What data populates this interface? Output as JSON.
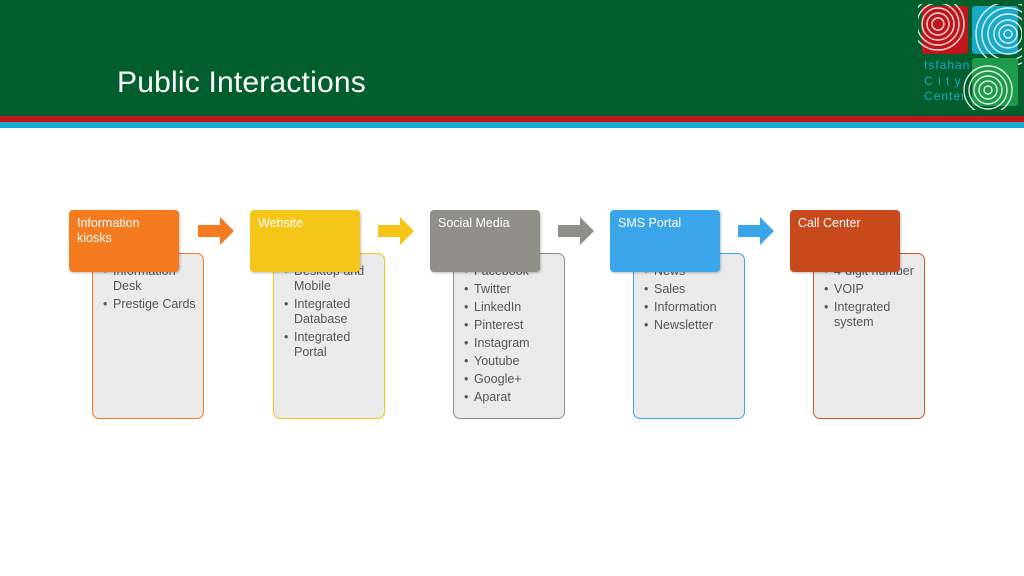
{
  "slide": {
    "title": "Public Interactions"
  },
  "logo": {
    "line1": "Isfahan",
    "line2": "C i t y",
    "line3": "Center"
  },
  "steps": [
    {
      "header": "Information kiosks",
      "items": [
        "Information Desk",
        "Prestige Cards"
      ],
      "color": "#f47b20",
      "border": "#f47b20"
    },
    {
      "header": "Website",
      "items": [
        "Desktop and Mobile",
        "Integrated Database",
        "Integrated Portal"
      ],
      "color": "#f5c518",
      "border": "#f5c518"
    },
    {
      "header": "Social Media",
      "items": [
        "Facebook",
        "Twitter",
        "LinkedIn",
        "Pinterest",
        "Instagram",
        "Youtube",
        "Google+",
        "Aparat"
      ],
      "color": "#8f8f87",
      "border": "#8f8f87"
    },
    {
      "header": "SMS Portal",
      "items": [
        "News",
        "Sales",
        "Information",
        "Newsletter"
      ],
      "color": "#3aa5e8",
      "border": "#3aa5e8"
    },
    {
      "header": "Call Center",
      "items": [
        "4-digit number",
        "VOIP",
        "Integrated system"
      ],
      "color": "#c8491b",
      "border": "#d7542a"
    }
  ],
  "arrow_colors": [
    "#f47b20",
    "#f5c518",
    "#8f8f87",
    "#3aa5e8"
  ]
}
